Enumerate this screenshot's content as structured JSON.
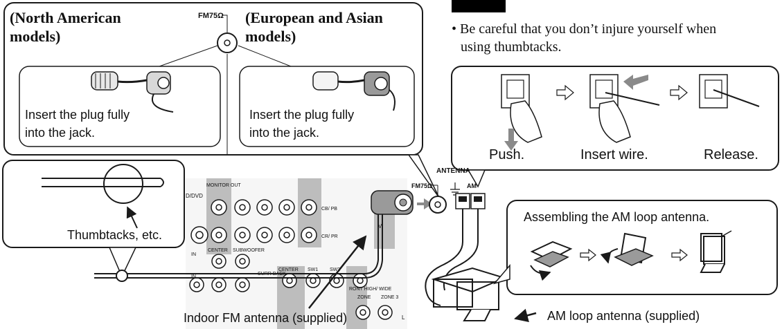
{
  "north_american_title_l1": "(North American",
  "north_american_title_l2": "models)",
  "european_title_l1": "(European and Asian",
  "european_title_l2": "models)",
  "fm_jack_label": "FM75Ω",
  "left_instruction_l1": "Insert the plug fully",
  "left_instruction_l2": "into the jack.",
  "right_instruction_l1": "Insert the plug fully",
  "right_instruction_l2": "into the jack.",
  "caution_text_l1": "• Be careful that you don’t injure yourself when",
  "caution_text_l2": "using thumbtacks.",
  "step_push": "Push.",
  "step_insert": "Insert wire.",
  "step_release": "Release.",
  "thumbtacks_label": "Thumbtacks, etc.",
  "antenna_header": "ANTENNA",
  "terminal_fm_label": "FM75Ω",
  "terminal_am_label": "AM",
  "am_assembly_title": "Assembling the AM loop antenna.",
  "indoor_fm_caption": "Indoor FM antenna (supplied)",
  "am_loop_caption": "AM loop antenna (supplied)",
  "panel": {
    "dvd": "D/DVD",
    "monitor_out": "MONITOR OUT",
    "cb_pb": "CB/ PB",
    "cr_pr": "CR/ PR",
    "in": "IN",
    "center": "CENTER",
    "subwoofer": "SUBWOOFER",
    "surr_back": "SURR BACK",
    "sw1": "SW1",
    "sw2": "SW2",
    "front_high_wide": "RONT HIGH/ WIDE",
    "zone": "ZONE",
    "zone3": "ZONE 3",
    "l": "L",
    "v": "V"
  },
  "colors": {
    "line": "#1a1a1a",
    "fill_gray": "#9a9a9a",
    "caution_box": "#000000",
    "arrow_gray": "#8a8a8a"
  }
}
